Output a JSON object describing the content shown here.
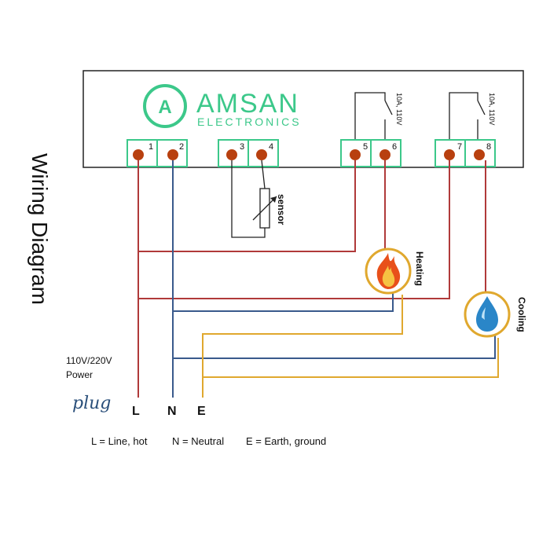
{
  "brand": {
    "logo_letter": "A",
    "name": "AMSAN",
    "subtitle": "ELECTRONICS",
    "color": "#3cc88a"
  },
  "title": "Wiring Diagram",
  "terminals": [
    "1",
    "2",
    "3",
    "4",
    "5",
    "6",
    "7",
    "8"
  ],
  "relays": [
    {
      "rating": "10A, 110V"
    },
    {
      "rating": "10A, 110V"
    }
  ],
  "sensor_label": "sensor",
  "heating_label": "Heating",
  "cooling_label": "Cooling",
  "power": {
    "line1": "110V/220V",
    "line2": "Power",
    "plug_label": "plug"
  },
  "wires": {
    "L": "L",
    "N": "N",
    "E": "E"
  },
  "legend": {
    "line": "L = Line, hot",
    "neutral": "N = Neutral",
    "earth": "E = Earth, ground"
  },
  "colors": {
    "line_wire": "#b03a3a",
    "neutral_wire": "#3a5a8c",
    "earth_wire": "#e0a82e",
    "terminal_bg": "#3cc88a",
    "screw": "#b8400f"
  }
}
